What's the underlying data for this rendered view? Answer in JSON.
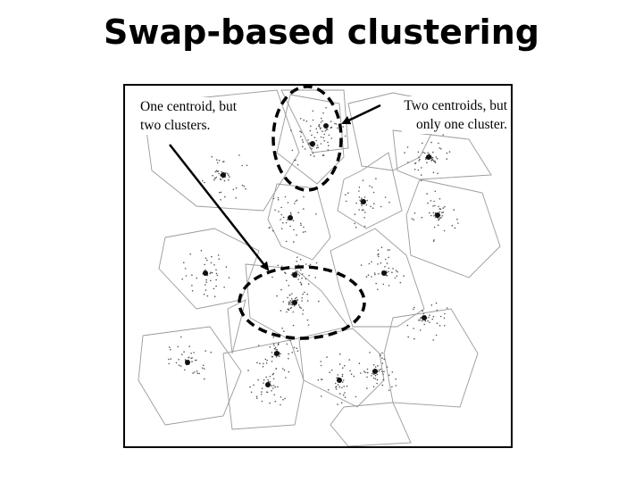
{
  "title": "Swap-based clustering",
  "annotations": {
    "left": "One centroid, but\ntwo clusters.",
    "right": "Two centroids, but\nonly one cluster."
  }
}
